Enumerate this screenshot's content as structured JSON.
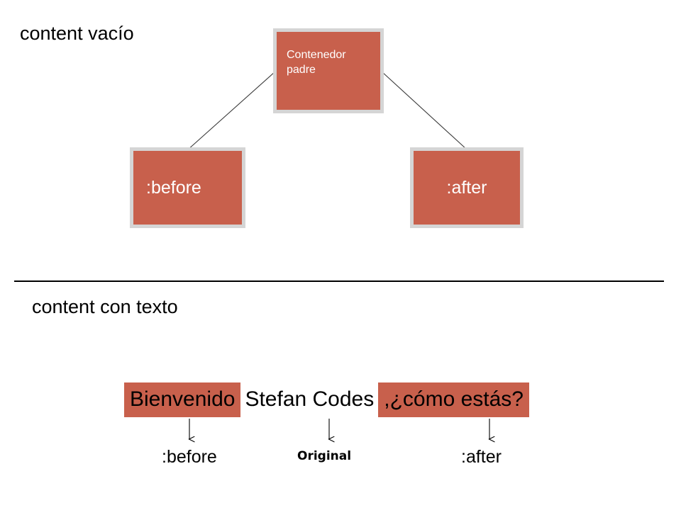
{
  "page": {
    "background": "#ffffff",
    "box_fill": "#c8604c",
    "box_border": "#d5d5d5",
    "text_dark": "#000000",
    "text_light": "#ffffff"
  },
  "sections": {
    "empty": {
      "heading": "content vacío",
      "tree": {
        "parent": {
          "label": "Contenedor\npadre"
        },
        "before": {
          "label": ":before"
        },
        "after": {
          "label": ":after"
        }
      }
    },
    "with_text": {
      "heading": "content con texto",
      "sentence": [
        {
          "text": "Bienvenido",
          "highlighted": true
        },
        {
          "text": "Stefan Codes",
          "highlighted": false
        },
        {
          "text": ",¿cómo estás?",
          "highlighted": true
        }
      ],
      "annotations": {
        "before": ":before",
        "original": "Original",
        "after": ":after"
      }
    }
  }
}
